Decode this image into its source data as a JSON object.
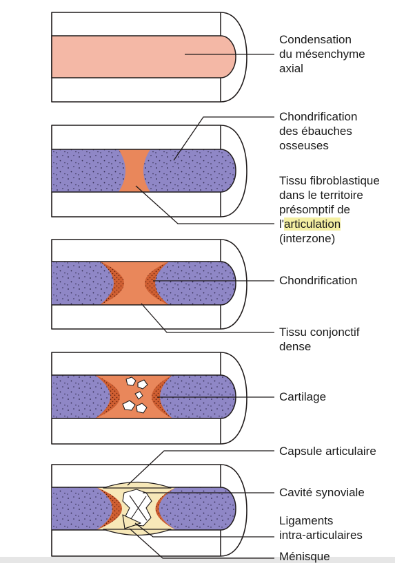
{
  "labels": {
    "condensation": [
      "Condensation",
      "du mésenchyme",
      "axial"
    ],
    "chondrification_ebauches": [
      "Chondrification",
      "des ébauches",
      "osseuses"
    ],
    "tissu_fibroblastique": {
      "lines": [
        "Tissu fibroblastique",
        "dans le territoire",
        "présomptif de"
      ],
      "articulation_prefix": "l'",
      "articulation_highlighted": "articulation",
      "interzone": "(interzone)"
    },
    "chondrification": "Chondrification",
    "tissu_conjonctif": [
      "Tissu conjonctif",
      "dense"
    ],
    "cartilage": "Cartilage",
    "capsule": "Capsule articulaire",
    "cavite": "Cavité synoviale",
    "ligaments": [
      "Ligaments",
      "intra-articulaires"
    ],
    "menisque": "Ménisque"
  },
  "colors": {
    "outline": "#1f1a1a",
    "condensation_pink": "#f4b8a6",
    "cartilage_purple": "#8f87c6",
    "interzone_orange": "#e9875b",
    "chondrification_dark_orange": "#cf5f32",
    "capsule_cream": "#f7e8b8",
    "highlight_yellow": "#f4efa2",
    "stipple_dots": "#2b2547",
    "bottom_bar": "#e6e6e6"
  }
}
